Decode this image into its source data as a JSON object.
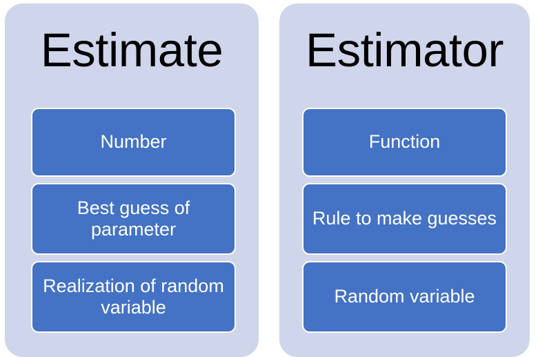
{
  "slide": {
    "colors": {
      "panel_background": "#CFD5EA",
      "card_fill": "#4472C4",
      "card_border": "#FFFFFF",
      "card_text": "#FFFFFF",
      "title_text": "#000000",
      "slide_background": "#FFFFFF"
    }
  },
  "columns": [
    {
      "title": "Estimate",
      "cards": [
        {
          "label": "Number"
        },
        {
          "label": "Best guess of parameter"
        },
        {
          "label": "Realization of random variable"
        }
      ]
    },
    {
      "title": "Estimator",
      "cards": [
        {
          "label": "Function"
        },
        {
          "label": "Rule to make guesses"
        },
        {
          "label": "Random variable"
        }
      ]
    }
  ]
}
